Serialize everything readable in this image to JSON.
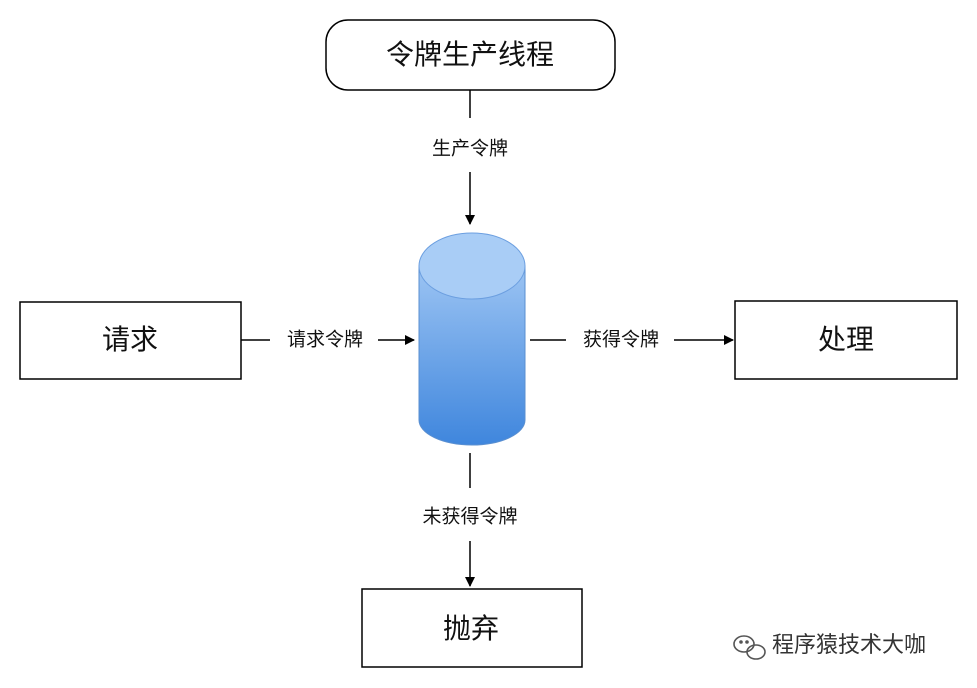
{
  "nodes": {
    "producer": "令牌生产线程",
    "request": "请求",
    "handle": "处理",
    "discard": "抛弃"
  },
  "edges": {
    "produce": "生产令牌",
    "request_token": "请求令牌",
    "got_token": "获得令牌",
    "no_token": "未获得令牌"
  },
  "watermark": {
    "text": "程序猿技术大咖"
  },
  "colors": {
    "bucket_top": "#a3c9f5",
    "bucket_body_light": "#9cc4f3",
    "bucket_body_dark": "#3f86dd",
    "line": "#000000"
  }
}
